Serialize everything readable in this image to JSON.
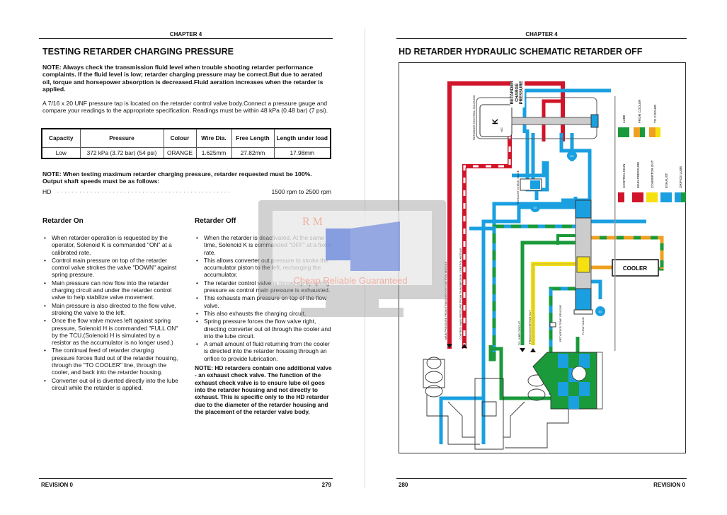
{
  "left_page": {
    "chapter": "CHAPTER 4",
    "title": "TESTING RETARDER CHARGING PRESSURE",
    "note1": "NOTE:  Always check the transmission fluid level when trouble shooting retarder performance complaints. If the fluid level is low; retarder charging pressure may be correct.But due to aerated oil, torque and horsepower absorption is decreased.Fluid aeration increases when the retarder is applied.",
    "para1": "A 7/16 x 20 UNF pressure tap is located on the retarder control valve body.Connect a pressure gauge and compare your readings to the appropriate specification. Readings must be within 48 kPa (0.48 bar) (7 psi).",
    "table": {
      "headers": [
        "Capacity",
        "Pressure",
        "Colour",
        "Wire Dia.",
        "Free Length",
        "Length under load"
      ],
      "row": [
        "Low",
        "372 kPa (3.72 bar) (54 psi)",
        "ORANGE",
        "1.625mm",
        "27.82mm",
        "17.98mm"
      ]
    },
    "note2": "NOTE:  When testing maximum retarder charging pressure, retarder requested must be 100%. Output shaft speeds must be as follows:",
    "speed_label": "HD",
    "speed_dots": "· · · · · · · · · · · · · · · · · · · · · · · · · · · · · · · · · · · · · · · · · · · · · · ·",
    "speed_value": "1500 rpm to 2500 rpm",
    "on_title": "Retarder On",
    "on_items": [
      "When retarder operation is requested by the operator, Solenoid K is commanded \"ON\" at a calibrated rate.",
      "Control main pressure on top of the retarder control valve strokes the valve \"DOWN\" against spring pressure.",
      "Main pressure can now flow into the retarder charging circuit and under the retarder control valve to help stabilize valve movement.",
      "Main pressure is also directed to the flow valve, stroking the valve to the left.",
      "Once the flow valve moves left against spring pressure, Solenoid H is commanded \"FULL ON\" by the TCU.(Solenoid H is simulated by a resistor as the accumulator is no longer used.)",
      "The continual feed of retarder charging pressure forces fluid out of the retarder housing, through the \"TO COOLER\" line, through the cooler, and back into the retarder housing.",
      "Converter out oil is diverted directly into the lube circuit while the retarder is applied."
    ],
    "off_title": "Retarder Off",
    "off_items": [
      "When the retarder is deactivated, At the same time, Solenoid K is commanded \"OFF\" at a fixed rate.",
      "This allows converter out pressure to stroke the accumulator piston to the left, recharging the accumulator.",
      "The retarder control valve is forced up by spring pressure as control main pressure is exhausted.",
      "This exhausts main pressure on top of the flow valve.",
      "This also exhausts the charging circuit.",
      "Spring pressure forces the flow valve right, directing converter out oil through the cooler and into the lube circuit.",
      "A small amount of fluid returning from the cooler is directed into the retarder housing through an orifice to provide lubrication."
    ],
    "note3": "NOTE:  HD retarders contain one additional valve - an exhaust check valve. The function of the exhaust check valve is to ensure lube oil goes into the retarder housing and not directly to exhaust. This is specific only to the HD retarder due to the diameter of the retarder housing and the placement of the retarder valve body.",
    "footer_left": "REVISION 0",
    "footer_right": "279"
  },
  "right_page": {
    "chapter": "CHAPTER 4",
    "title": "HD RETARDER HYDRAULIC SCHEMATIC RETARDER OFF",
    "footer_left": "280",
    "footer_right": "REVISION 0",
    "diagram": {
      "solenoid_label": "RETARDER CONTROL SOLENOID",
      "solenoid_letter": "K",
      "solenoid_nc": "N/C",
      "charge_label": "RETARDER CHARGE PRESSURE",
      "exhaust_check_label": "EXHAUST CHECK VALVE",
      "main_from_tcm": "MAIN PRESSURE FROM TRANSMISSION CONTROL MODULE",
      "control_main_from_tcm": "CONTROL MAIN PRESSURE FROM TRANSMISSION CONTROL MODULE",
      "to_lube": "TO LUBE CIRCUIT",
      "from_converter": "FROM CONVERTOR OUT",
      "temp_sensor": "RETARDER TEMP SENSOR",
      "flow_valve": "FLOW VALVE",
      "cooler": "COOLER",
      "exhaust_mark": "EX",
      "legend": [
        {
          "label": "LUBE",
          "colors": [
            "#1a9a3a",
            "#1a9a3a"
          ]
        },
        {
          "label": "FROM COOLER",
          "colors": [
            "#f0a020",
            "#1a9a3a"
          ]
        },
        {
          "label": "TO COOLER",
          "colors": [
            "#f0a020",
            "#f5e010"
          ]
        },
        {
          "label": "CONTROL MAIN",
          "colors": [
            "#d0142a",
            "#ffffff"
          ]
        },
        {
          "label": "MAIN PRESSURE",
          "colors": [
            "#d0142a",
            "#d0142a"
          ]
        },
        {
          "label": "CONVERTOR OUT",
          "colors": [
            "#f5e010",
            "#f5e010"
          ]
        },
        {
          "label": "EXHAUST",
          "colors": [
            "#1aa0e0",
            "#1aa0e0"
          ]
        },
        {
          "label": "ORIFICE LUBE",
          "colors": [
            "#1aa0e0",
            "#1a9a3a"
          ]
        }
      ]
    }
  },
  "watermark": {
    "brand": "R M",
    "tagline": "Cheap Reliable Guaranteed"
  },
  "colors": {
    "main": "#d0142a",
    "exhaust": "#1aa0e0",
    "lube": "#1a9a3a",
    "converter": "#f5e010",
    "cooler": "#f0a020"
  }
}
